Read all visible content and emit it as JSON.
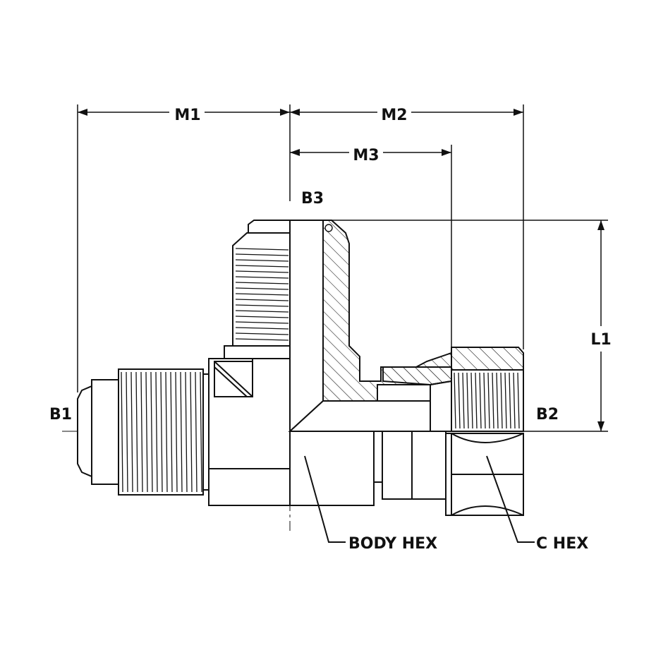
{
  "labels": {
    "m1": "M1",
    "m2": "M2",
    "m3": "M3",
    "b1": "B1",
    "b2": "B2",
    "b3": "B3",
    "l1": "L1",
    "body_hex": "BODY HEX",
    "c_hex": "C HEX"
  },
  "colors": {
    "line": "#111111",
    "background": "#ffffff"
  }
}
